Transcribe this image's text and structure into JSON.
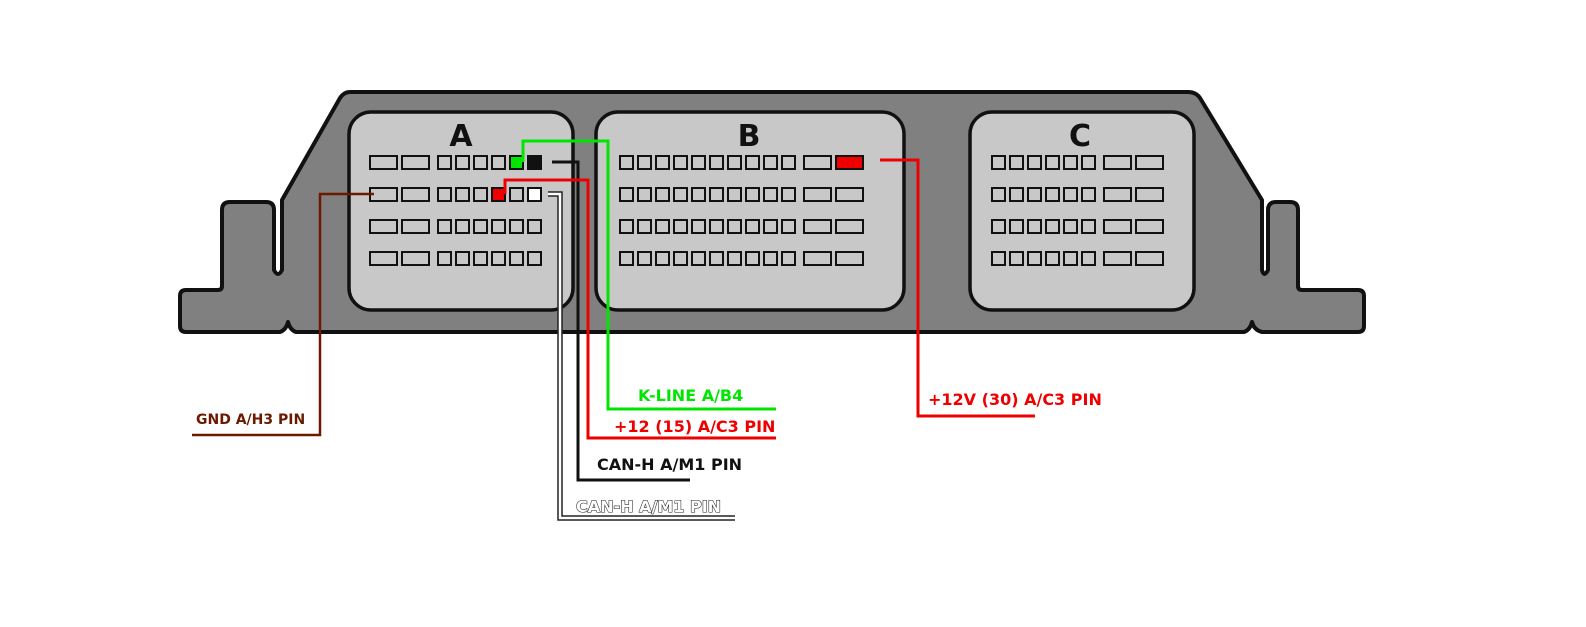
{
  "title": "ECU connector pinout",
  "colors": {
    "housing": "#808080",
    "housing_stroke": "#111111",
    "block_fill": "#c8c8c8",
    "wire_green": "#00e600",
    "wire_red": "#ee0000",
    "wire_black": "#111111",
    "wire_white": "#ffffff",
    "wire_brown": "#6b1a00"
  },
  "connectors": [
    {
      "id": "A",
      "label": "A",
      "rows": [
        [
          "wide",
          "wide",
          "sq",
          "sq",
          "sq",
          "sq",
          "sq:green",
          "sq:black"
        ],
        [
          "wide",
          "wide",
          "sq",
          "sq",
          "sq",
          "sq:red",
          "sq",
          "sq:white"
        ],
        [
          "wide",
          "wide",
          "sq",
          "sq",
          "sq",
          "sq",
          "sq",
          "sq"
        ],
        [
          "wide",
          "wide",
          "sq",
          "sq",
          "sq",
          "sq",
          "sq",
          "sq"
        ]
      ]
    },
    {
      "id": "B",
      "label": "B",
      "rows": [
        [
          "sq",
          "sq",
          "sq",
          "sq",
          "sq",
          "sq",
          "sq",
          "sq",
          "sq",
          "sq",
          "wide",
          "wide:red"
        ],
        [
          "sq",
          "sq",
          "sq",
          "sq",
          "sq",
          "sq",
          "sq",
          "sq",
          "sq",
          "sq",
          "wide",
          "wide"
        ],
        [
          "sq",
          "sq",
          "sq",
          "sq",
          "sq",
          "sq",
          "sq",
          "sq",
          "sq",
          "sq",
          "wide",
          "wide"
        ],
        [
          "sq",
          "sq",
          "sq",
          "sq",
          "sq",
          "sq",
          "sq",
          "sq",
          "sq",
          "sq",
          "wide",
          "wide"
        ]
      ]
    },
    {
      "id": "C",
      "label": "C",
      "rows": [
        [
          "sq",
          "sq",
          "sq",
          "sq",
          "sq",
          "sq",
          "wide",
          "wide"
        ],
        [
          "sq",
          "sq",
          "sq",
          "sq",
          "sq",
          "sq",
          "wide",
          "wide"
        ],
        [
          "sq",
          "sq",
          "sq",
          "sq",
          "sq",
          "sq",
          "wide",
          "wide"
        ],
        [
          "sq",
          "sq",
          "sq",
          "sq",
          "sq",
          "sq",
          "wide",
          "wide"
        ]
      ]
    }
  ],
  "wires": [
    {
      "id": "gnd",
      "label": "GND A/H3 PIN",
      "color": "#6b1a00",
      "text_style": "solid"
    },
    {
      "id": "kline",
      "label": "K-LINE A/B4",
      "color": "#00e600",
      "text_style": "solid"
    },
    {
      "id": "plus12_15",
      "label": "+12 (15) A/C3 PIN",
      "color": "#ee0000",
      "text_style": "solid"
    },
    {
      "id": "can_h_black",
      "label": "CAN-H A/M1 PIN",
      "color": "#111111",
      "text_style": "solid"
    },
    {
      "id": "can_h_white",
      "label": "CAN-H A/M1 PIN",
      "color": "#ffffff",
      "text_style": "outline"
    },
    {
      "id": "plus12_30",
      "label": "+12V (30) A/C3 PIN",
      "color": "#ee0000",
      "text_style": "solid"
    }
  ]
}
